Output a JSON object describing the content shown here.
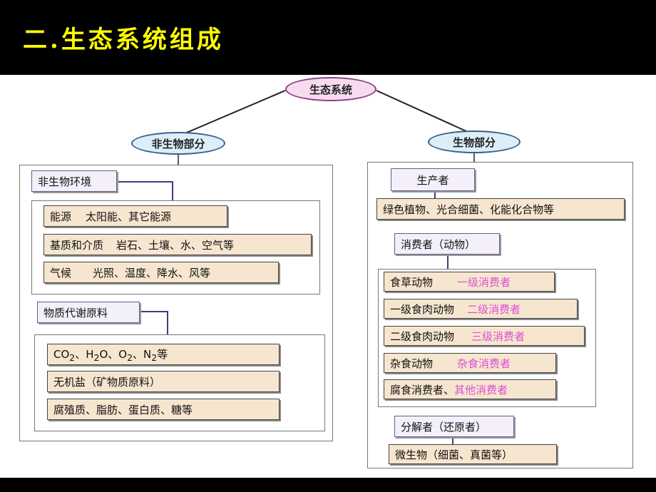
{
  "slide": {
    "title": "二.生态系统组成"
  },
  "diagram": {
    "root": "生态系统",
    "abiotic": {
      "label": "非生物部分",
      "env_label": "非生物环境",
      "env_items": [
        {
          "text": "能源",
          "detail": "太阳能、其它能源"
        },
        {
          "text": "基质和介质",
          "detail": "岩石、土壤、水、空气等"
        },
        {
          "text": "气候",
          "detail": "光照、温度、降水、风等"
        }
      ],
      "material_label": "物质代谢原料",
      "material_items": [
        "无机盐（矿物质原料）",
        "腐殖质、脂肪、蛋白质、糖等"
      ],
      "co2_parts": [
        "CO",
        "2",
        "、H",
        "2",
        "O、O",
        "2",
        "、N",
        "2",
        "等"
      ]
    },
    "biotic": {
      "label": "生物部分",
      "producer_label": "生产者",
      "producer_item": "绿色植物、光合细菌、化能化合物等",
      "consumer_label": "消费者（动物）",
      "consumer_items": [
        {
          "text": "食草动物",
          "level": "一级消费者"
        },
        {
          "text": "一级食肉动物",
          "level": "二级消费者"
        },
        {
          "text": "二级食肉动物",
          "level": "三级消费者"
        },
        {
          "text": "杂食动物",
          "level": "杂食消费者"
        },
        {
          "text": "腐食消费者、",
          "level": "其他消费者"
        }
      ],
      "decomposer_label": "分解者（还原者）",
      "decomposer_item": "微生物（细菌、真菌等）"
    }
  }
}
